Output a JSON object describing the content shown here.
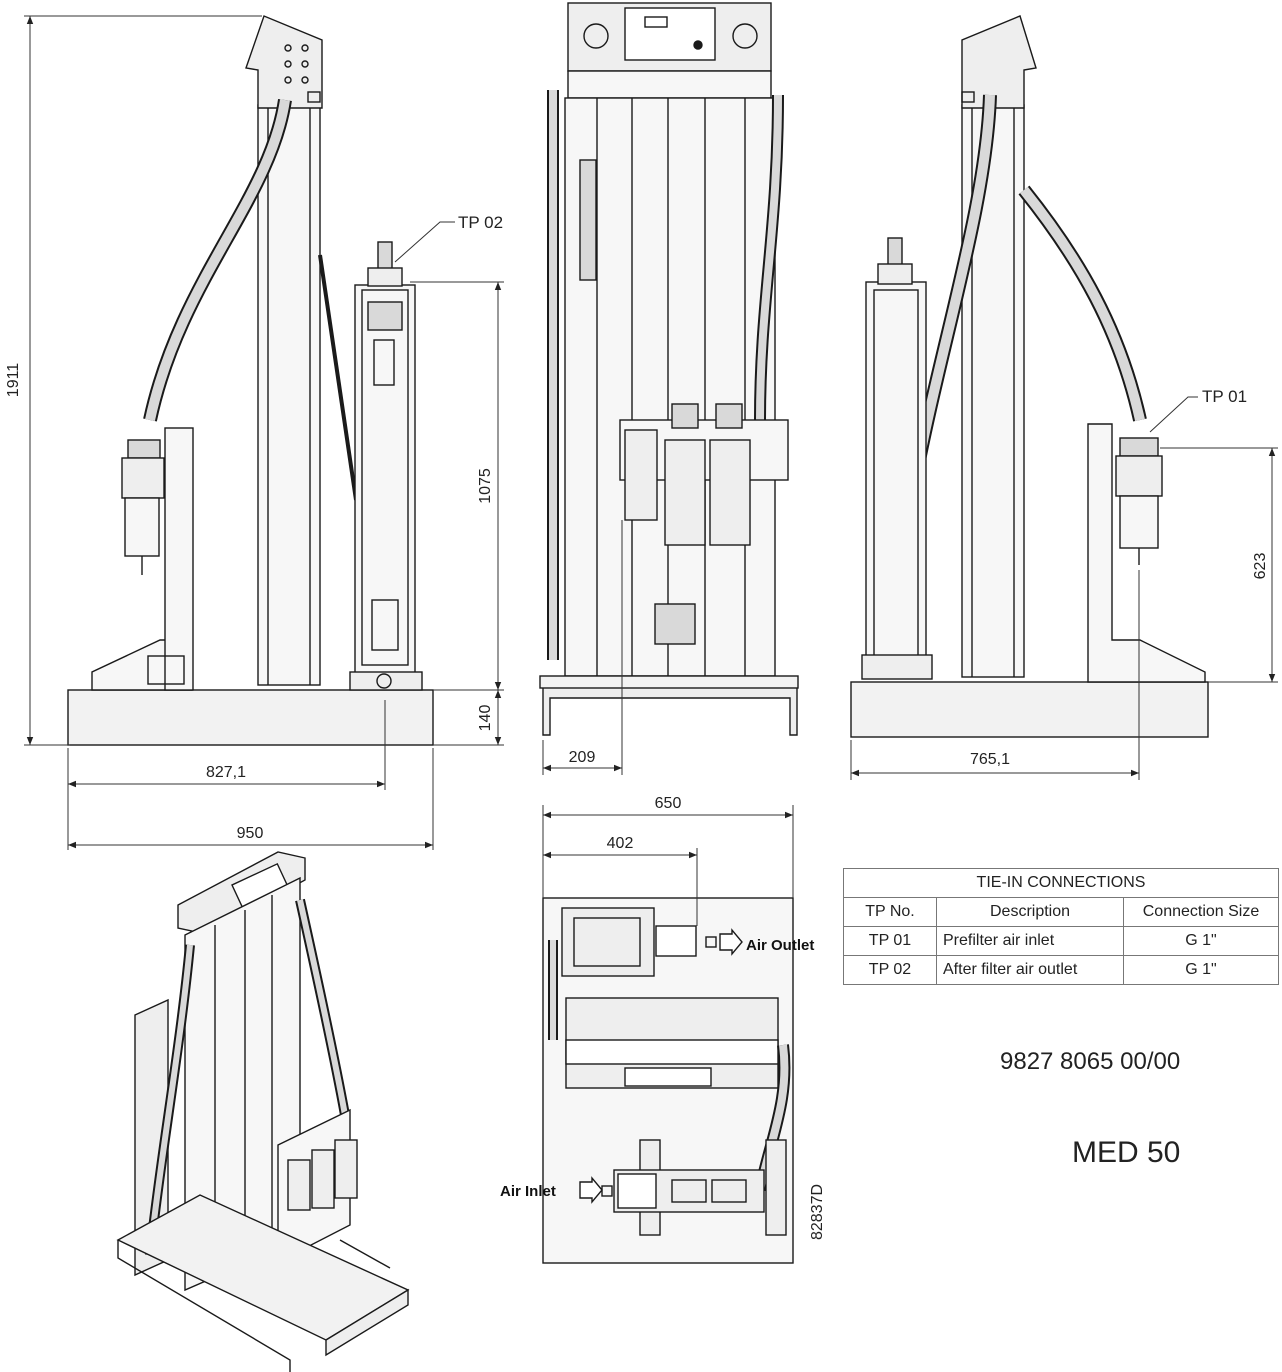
{
  "dimensions": {
    "total_height": "1911",
    "filter_height": "1075",
    "base_height": "140",
    "tp02_offset": "827,1",
    "overall_width": "950",
    "front_offset": "209",
    "tp01_offset": "765,1",
    "tp01_height": "623",
    "top_width": "650",
    "top_outlet_offset": "402"
  },
  "callouts": {
    "tp02": "TP 02",
    "tp01": "TP 01",
    "air_outlet": "Air Outlet",
    "air_inlet": "Air Inlet",
    "drawing_code": "82837D"
  },
  "table": {
    "title": "TIE-IN CONNECTIONS",
    "headers": [
      "TP No.",
      "Description",
      "Connection Size"
    ],
    "rows": [
      {
        "tp": "TP 01",
        "description": "Prefilter air inlet",
        "size": "G 1\""
      },
      {
        "tp": "TP 02",
        "description": "After filter air outlet",
        "size": "G 1\""
      }
    ]
  },
  "document_number": "9827 8065 00/00",
  "model": "MED 50",
  "colors": {
    "line": "#1a1a1a",
    "fill_light": "#f2f2f2",
    "fill_mid": "#d9d9d9"
  }
}
